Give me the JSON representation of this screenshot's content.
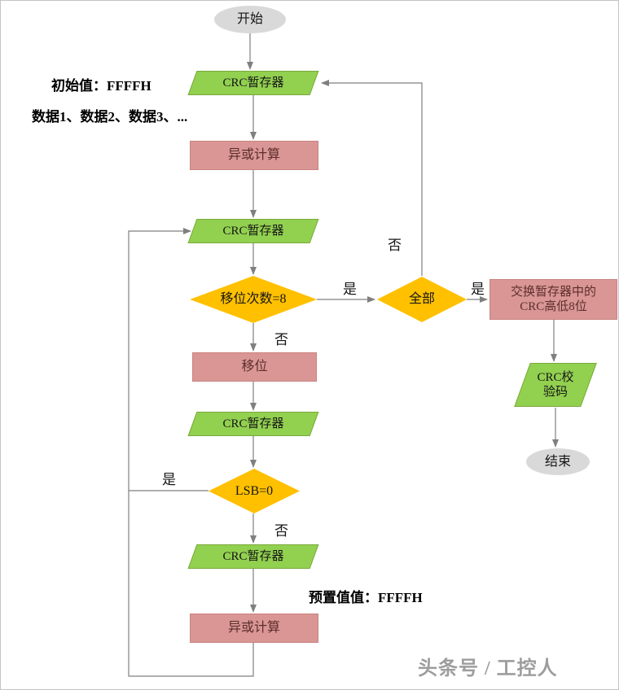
{
  "nodes": {
    "start": {
      "label": "开始"
    },
    "crc_reg_1": {
      "label": "CRC暂存器"
    },
    "xor_1": {
      "label": "异或计算"
    },
    "crc_reg_2": {
      "label": "CRC暂存器"
    },
    "shift_count": {
      "label": "移位次数=8"
    },
    "all_done": {
      "label": "全部"
    },
    "swap": {
      "line1": "交换暂存器中的",
      "line2": "CRC高低8位"
    },
    "crc_code": {
      "line1": "CRC校",
      "line2": "验码"
    },
    "end": {
      "label": "结束"
    },
    "shift": {
      "label": "移位"
    },
    "crc_reg_3": {
      "label": "CRC暂存器"
    },
    "lsb": {
      "label": "LSB=0"
    },
    "crc_reg_4": {
      "label": "CRC暂存器"
    },
    "xor_2": {
      "label": "异或计算"
    }
  },
  "annotations": {
    "initial_value": "初始值：FFFFH",
    "data_list": "数据1、数据2、数据3、...",
    "preset_value": "预置值值：FFFFH"
  },
  "edge_labels": {
    "shift_yes": "是",
    "all_no": "否",
    "all_yes": "是",
    "shift_no": "否",
    "lsb_yes": "是",
    "lsb_no": "否"
  },
  "watermark": "头条号 / 工控人",
  "colors": {
    "green": "#92d050",
    "green_border": "#79a93b",
    "pink": "#d99694",
    "pink_border": "#c98381",
    "pink_text": "#5c2e2c",
    "amber": "#ffc000",
    "gray_node": "#d9d9d9",
    "line": "#7f7f7f",
    "text": "#161616",
    "watermark": "#9d9d9d",
    "canvas_border": "#c4c4c4"
  }
}
